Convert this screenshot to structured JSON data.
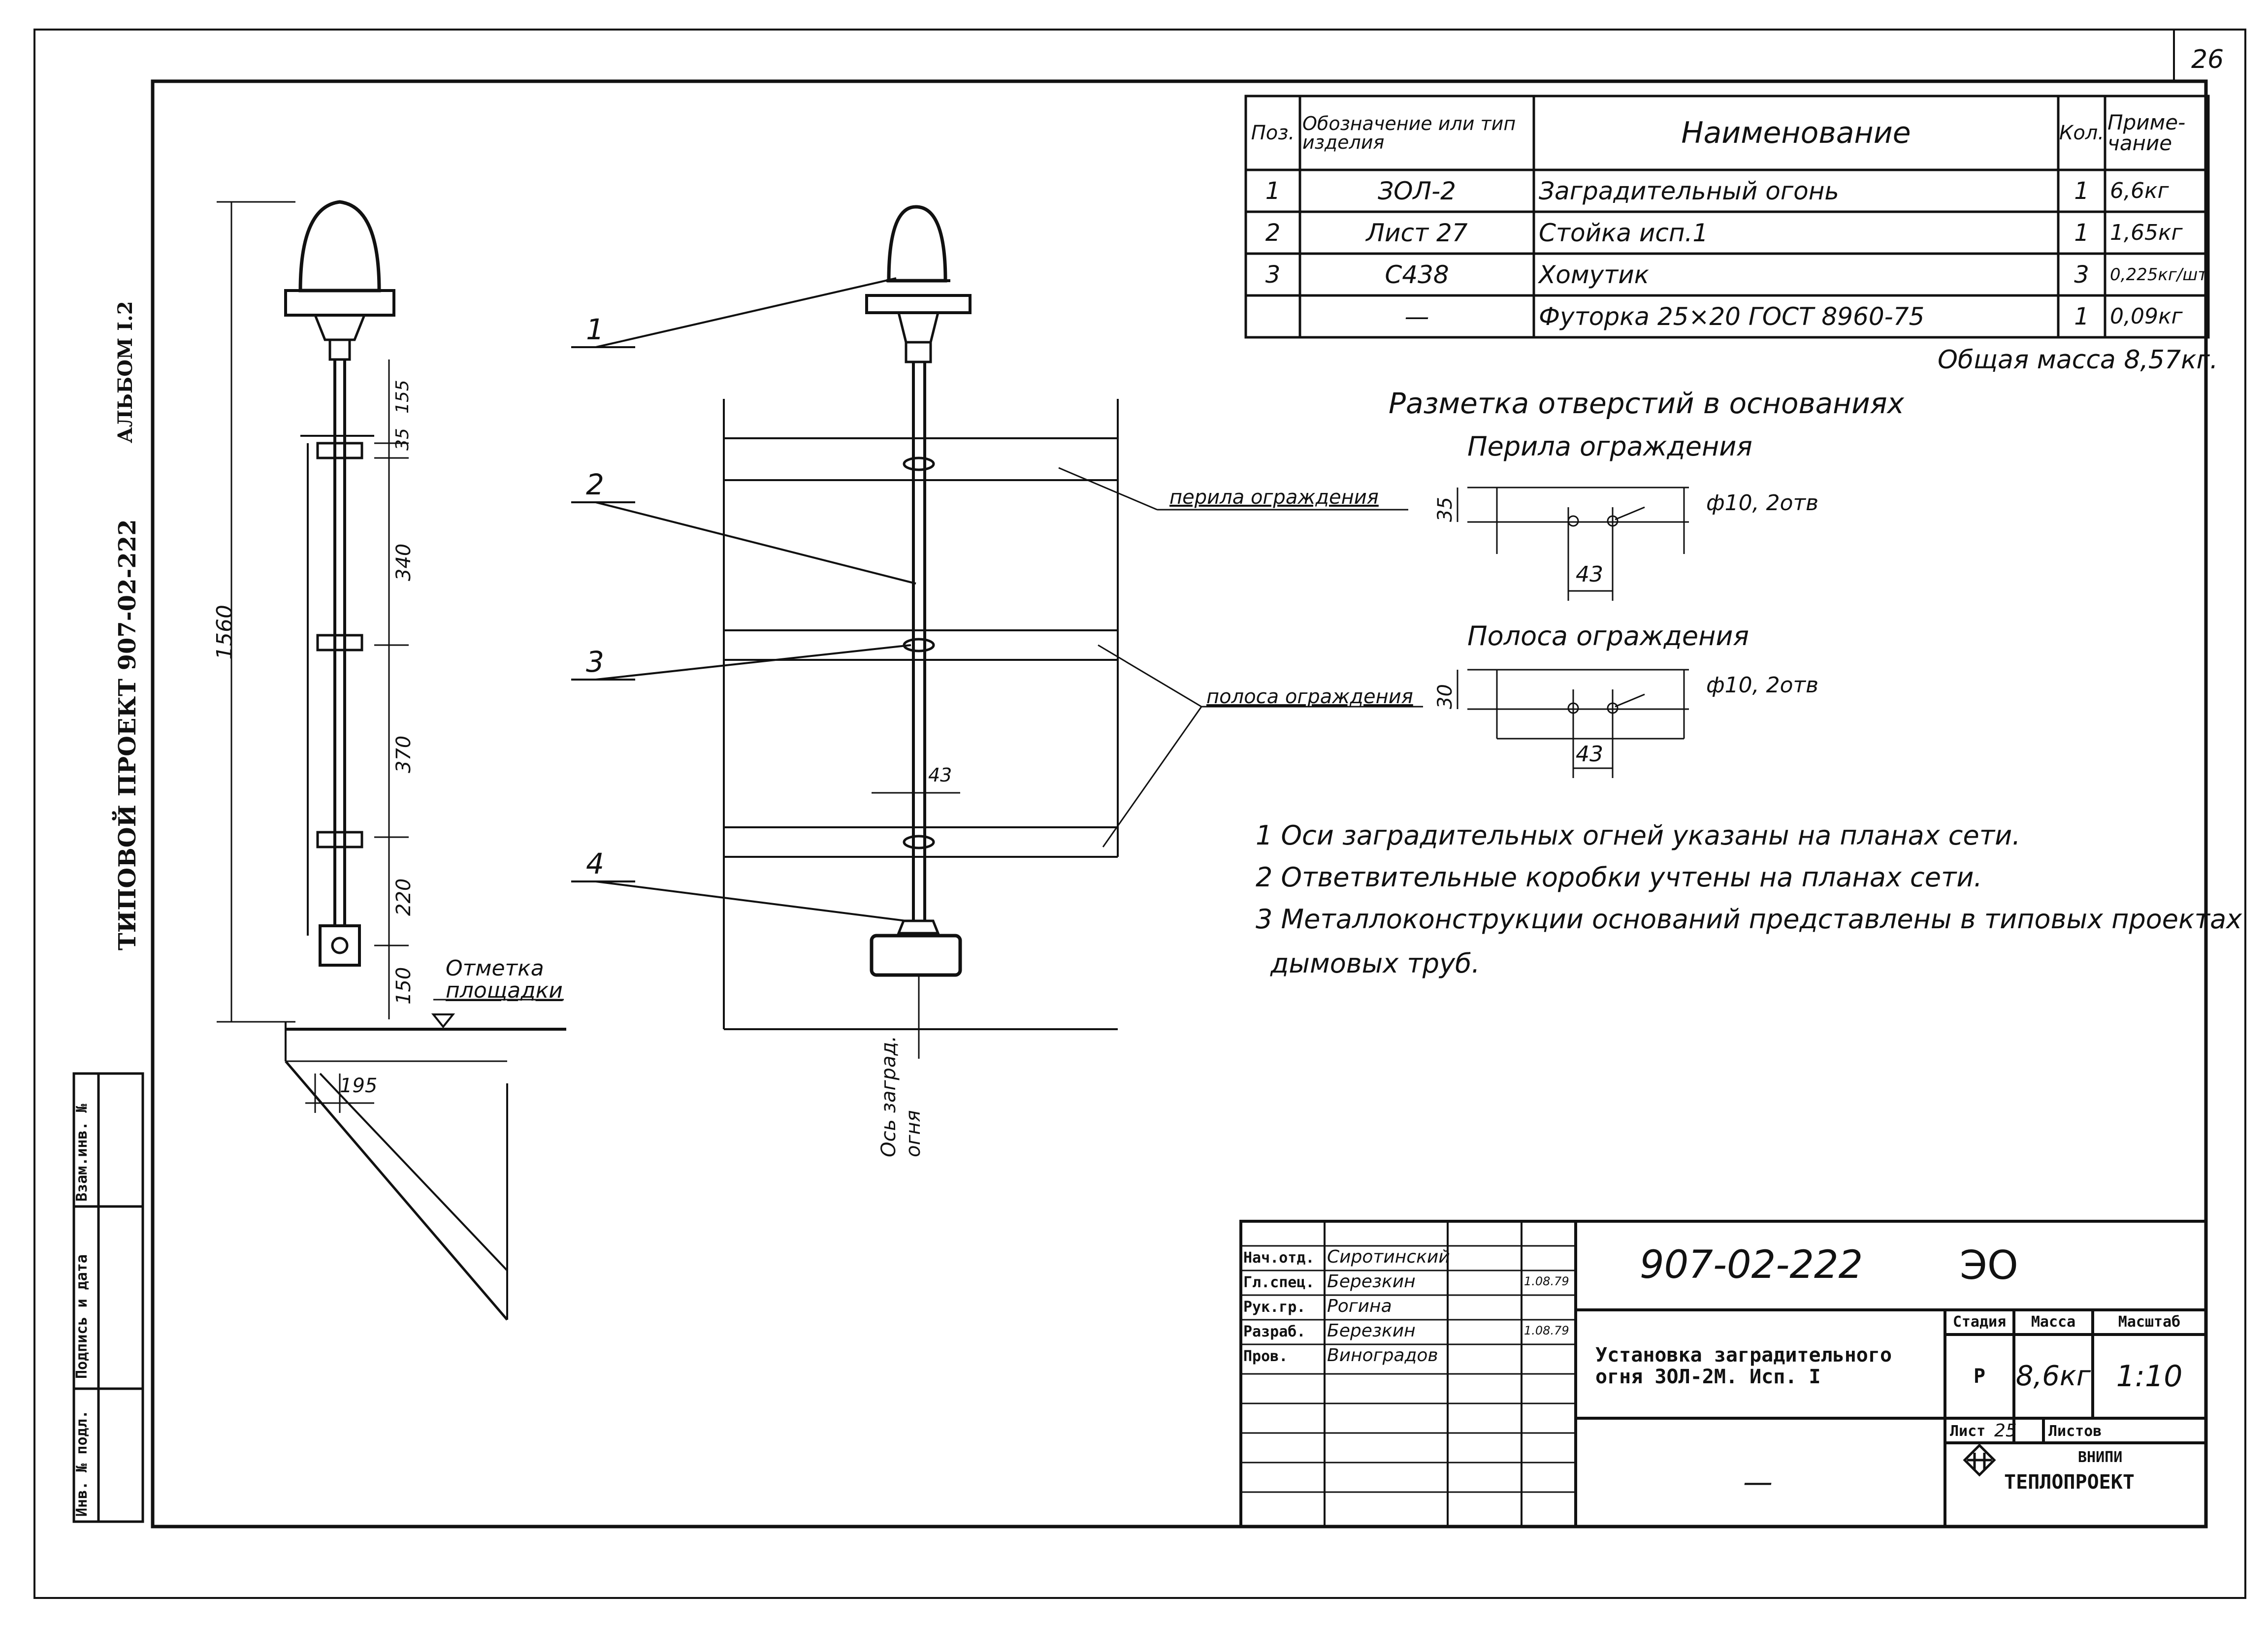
{
  "page_number": "26",
  "album": "АЛЬБОМ I.2",
  "project": "ТИПОВОЙ ПРОЕКТ 907-02-222",
  "spec_table": {
    "headers": {
      "pos": "Поз.",
      "designation": "Обозначение или тип изделия",
      "name": "Наименование",
      "qty": "Кол.",
      "note": "Приме- чание"
    },
    "rows": [
      {
        "pos": "1",
        "designation": "ЗОЛ-2",
        "name": "Заградительный огонь",
        "qty": "1",
        "note": "6,6кг"
      },
      {
        "pos": "2",
        "designation": "Лист 27",
        "name": "Стойка исп.1",
        "qty": "1",
        "note": "1,65кг"
      },
      {
        "pos": "3",
        "designation": "С438",
        "name": "Хомутик",
        "qty": "3",
        "note": "0,225кг/шт"
      },
      {
        "pos": "",
        "designation": "—",
        "name": "Футорка 25×20 ГОСТ 8960-75",
        "qty": "1",
        "note": "0,09кг"
      }
    ],
    "total_mass": "Общая масса 8,57кг."
  },
  "markings": {
    "title": "Разметка отверстий в основаниях",
    "railing": {
      "title": "Перила ограждения",
      "dim_height": "35",
      "dim_width": "43",
      "holes": "ф10, 2отв"
    },
    "strip": {
      "title": "Полоса ограждения",
      "dim_height": "30",
      "dim_width": "43",
      "holes": "ф10, 2отв"
    }
  },
  "notes": [
    "1 Оси заградительных огней указаны на планах сети.",
    "2 Ответвительные коробки учтены на планах сети.",
    "3 Металлоконструкции оснований представлены в типовых проектах",
    "дымовых труб."
  ],
  "side_view": {
    "overall_dim": "1560",
    "dims": [
      "35",
      "155",
      "340",
      "370",
      "220",
      "150"
    ],
    "bottom_dim": "195",
    "platform_label_1": "Отметка",
    "platform_label_2": "площадки"
  },
  "front_view": {
    "callouts": [
      "1",
      "2",
      "3",
      "4"
    ],
    "railing_label": "перила ограждения",
    "strip_label": "полоса ограждения",
    "dim_43": "43",
    "axis_label_1": "Ось заград.",
    "axis_label_2": "огня"
  },
  "stamp_left": {
    "col1": "Инв. № подл.",
    "col2": "Подпись и дата",
    "col3": "Взам.инв. №"
  },
  "title_block": {
    "code": "907-02-222",
    "sheet_mark": "ЭО",
    "roles": [
      {
        "role": "Нач.отд.",
        "name": "Сиротинский",
        "date": ""
      },
      {
        "role": "Гл.спец.",
        "name": "Березкин",
        "date": "1.08.79"
      },
      {
        "role": "Рук.гр.",
        "name": "Рогина",
        "date": ""
      },
      {
        "role": "Разраб.",
        "name": "Березкин",
        "date": "1.08.79"
      },
      {
        "role": "Пров.",
        "name": "Виноградов",
        "date": ""
      }
    ],
    "title": "Установка заградительного огня ЗОЛ-2М. Исп. I",
    "dash": "—",
    "stage_label": "Стадия",
    "mass_label": "Масса",
    "scale_label": "Масштаб",
    "stage": "Р",
    "mass": "8,6кг",
    "scale": "1:10",
    "sheet_label": "Лист",
    "sheet_no": "25",
    "sheets_label": "Листов",
    "org_1": "ВНИПИ",
    "org_2": "ТЕПЛОПРОЕКТ"
  }
}
